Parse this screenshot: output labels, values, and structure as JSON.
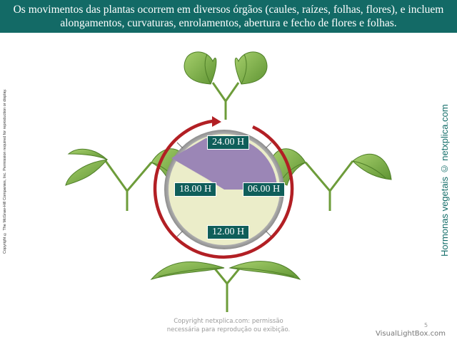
{
  "header": {
    "line1": "Os movimentos das plantas ocorrem em diversos órgãos (caules, raízes, folhas, flores), e incluem",
    "line2": "alongamentos, curvaturas, enrolamentos, abertura e fecho de flores e folhas."
  },
  "side": {
    "copyright": "Copyright © The McGraw-Hill Companies, Inc. Permission required for reproduction or display.",
    "brand": "Hormonas vegetais © netxplica.com"
  },
  "clock": {
    "labels": {
      "top": "24.00 H",
      "right": "06.00 H",
      "bottom": "12.00 H",
      "left": "18.00 H"
    }
  },
  "footer": {
    "line1": "Copyright netxplica.com: permissão",
    "line2": "necessária para reprodução ou exibição.",
    "page": "5"
  },
  "watermark": "VisualLightBox.com",
  "colors": {
    "banner": "#136a66",
    "night": "#9b86b6",
    "day": "#ebedc9",
    "arrow": "#b21f24",
    "leaf": "#7fb048",
    "label_bg": "#0f5e5a"
  }
}
